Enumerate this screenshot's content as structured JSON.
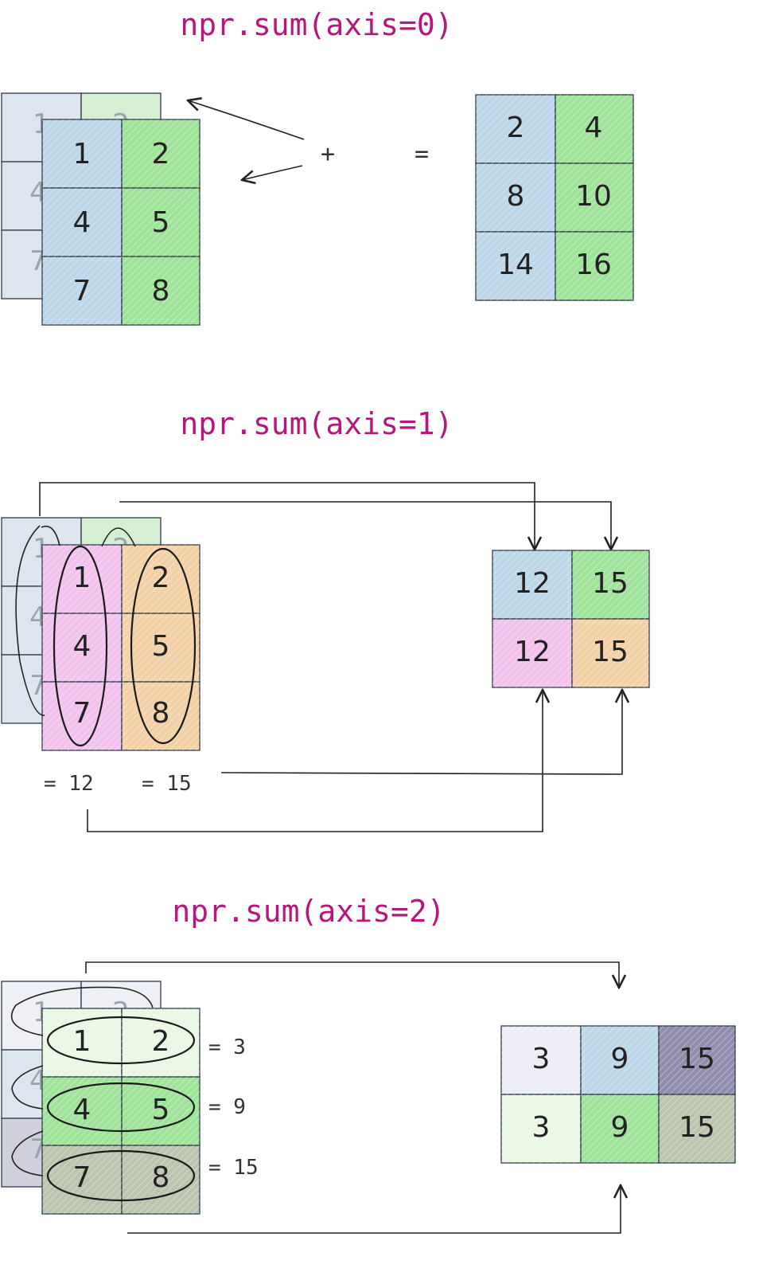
{
  "colors": {
    "blue": "#bcd6ea",
    "green": "#9fe39a",
    "pink": "#f1c2ee",
    "orange": "#f2d1a6",
    "pale_green": "#e9f7e4",
    "pale_lavender": "#edeef5",
    "gray_green": "#bcc4ad",
    "dark_purple": "#8f8dab",
    "back_layer": "#dde6ee",
    "title": "#b5177a"
  },
  "panels": [
    {
      "title": "npr.sum(axis=0)",
      "input": {
        "front": [
          [
            "1",
            "2"
          ],
          [
            "4",
            "5"
          ],
          [
            "7",
            "8"
          ]
        ],
        "ghost": [
          "1",
          "2",
          "4",
          "7"
        ]
      },
      "operator_plus": "+",
      "operator_equals": "=",
      "result": [
        [
          "2",
          "4"
        ],
        [
          "8",
          "10"
        ],
        [
          "14",
          "16"
        ]
      ]
    },
    {
      "title": "npr.sum(axis=1)",
      "input": {
        "front": [
          [
            "1",
            "2"
          ],
          [
            "4",
            "5"
          ],
          [
            "7",
            "8"
          ]
        ],
        "ghost": [
          "1",
          "2",
          "4",
          "7"
        ]
      },
      "sums": [
        "= 12",
        "= 15"
      ],
      "result": [
        [
          "12",
          "15"
        ],
        [
          "12",
          "15"
        ]
      ]
    },
    {
      "title": "npr.sum(axis=2)",
      "input": {
        "front": [
          [
            "1",
            "2"
          ],
          [
            "4",
            "5"
          ],
          [
            "7",
            "8"
          ]
        ],
        "ghost": [
          "1",
          "2",
          "4",
          "7"
        ]
      },
      "sums": [
        "= 3",
        "= 9",
        "= 15"
      ],
      "result": [
        [
          "3",
          "9",
          "15"
        ],
        [
          "3",
          "9",
          "15"
        ]
      ]
    }
  ]
}
